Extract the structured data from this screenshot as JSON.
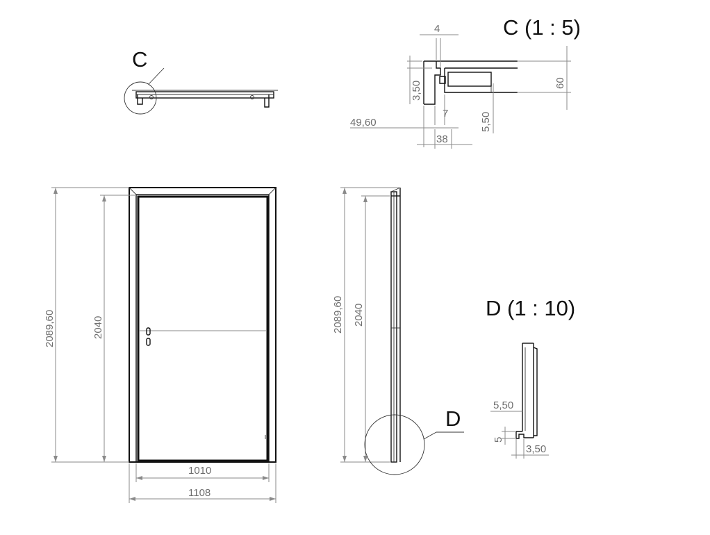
{
  "labels": {
    "detail_c_marker": "C",
    "detail_c_title": "C (1 : 5)",
    "detail_d_marker": "D",
    "detail_d_title": "D (1 : 10)"
  },
  "dimensions": {
    "front_total_height": "2089,60",
    "front_leaf_height": "2040",
    "front_leaf_width": "1010",
    "front_total_width": "1108",
    "side_total_height": "2089,60",
    "side_leaf_height": "2040",
    "c_four": "4",
    "c_three_fifty": "3,50",
    "c_sixty": "60",
    "c_seven": "7",
    "c_five_fifty": "5,50",
    "c_forty_nine_sixty": "49,60",
    "c_thirty_eight": "38",
    "d_five_fifty": "5,50",
    "d_five": "5",
    "d_three_fifty": "3,50"
  }
}
